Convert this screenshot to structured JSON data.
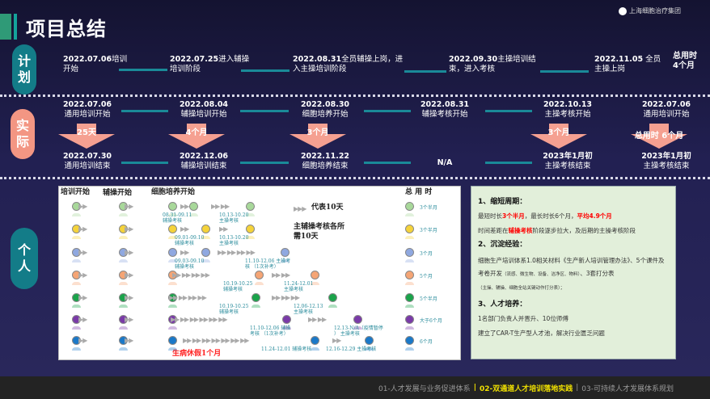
{
  "header": {
    "title": "项目总结",
    "logo_text": "上海细胞治疗集团"
  },
  "plan": {
    "label": [
      "计",
      "划"
    ],
    "items": [
      {
        "date": "2022.07.06",
        "text1": "培训",
        "text2": "开始"
      },
      {
        "date": "2022.07.25",
        "text1": "进入辅操",
        "text2": "培训阶段"
      },
      {
        "date": "2022.08.31",
        "text1": "全员辅操上岗，进",
        "text2": "入主操培训阶段"
      },
      {
        "date": "2022.09.30",
        "text1": "主操培训结",
        "text2": "束，进入考核"
      },
      {
        "date": "2022.11.05",
        "text1": " 全员",
        "text2": "主操上岗"
      }
    ],
    "total1": "总用时",
    "total2": "4个月"
  },
  "actual": {
    "label": [
      "实",
      "际"
    ],
    "top": [
      {
        "date": "2022.07.06",
        "text": "通用培训开始"
      },
      {
        "date": "2022.08.04",
        "text": "辅操培训开始"
      },
      {
        "date": "2022.08.30",
        "text": "细胞培养开始"
      },
      {
        "date": "2022.08.31",
        "text": "辅操考核开始"
      },
      {
        "date": "2022.10.13",
        "text": "主操考核开始"
      },
      {
        "date": "2022.07.06",
        "text": "通用培训开始"
      }
    ],
    "durations": [
      "25天",
      "4个月",
      "3个月",
      "3个月",
      "总用时  6个月"
    ],
    "bottom": [
      {
        "date": "2022.07.30",
        "text": "通用培训结束"
      },
      {
        "date": "2022.12.06",
        "text": "辅操培训结束"
      },
      {
        "date": "2022.11.22",
        "text": "细胞培养结束"
      },
      {
        "date": "N/A",
        "text": ""
      },
      {
        "date": "2023年1月初",
        "text": "主操考核结束"
      },
      {
        "date": "2023年1月初",
        "text": "主操考核结束"
      }
    ]
  },
  "personal": {
    "label": [
      "个",
      "人"
    ],
    "headers": [
      "培训开始",
      "辅操开始",
      "细胞培养开始",
      "总 用 时"
    ],
    "legend1": "代表10天",
    "legend2a": "主辅操考核各所",
    "legend2b": "需10天",
    "arrow_glyph": "▶▶▶",
    "rows": [
      {
        "color": "#a8d89a",
        "total": "3个半月",
        "a1": "08.31-09.11",
        "a1b": "辅操考核",
        "a2": "10.13-10.20",
        "a2b": "主操考核"
      },
      {
        "color": "#f5d33a",
        "total": "3个半月",
        "a1": "09.01-09.10",
        "a1b": "辅操考核",
        "a2": "10.13-10.20",
        "a2b": "主操考核"
      },
      {
        "color": "#8fa8e0",
        "total": "3个月",
        "a1": "09.03-09.10",
        "a1b": "辅操考核",
        "a2": "11.10-12.06  主操考",
        "a2b": "核 （1次补考）"
      },
      {
        "color": "#f5a575",
        "total": "5个月",
        "a1": "10.19-10.25",
        "a1b": "辅操考核",
        "a2": "11.24-12.01",
        "a2b": "主操考核"
      },
      {
        "color": "#1aa34a",
        "total": "5个半月",
        "a1": "10.19-10.25",
        "a1b": "辅操考核",
        "a2": "12.06-12.13",
        "a2b": "主操考核"
      },
      {
        "color": "#7a3aa8",
        "total": "大于6个月",
        "a1": "11.10-12.06  辅操",
        "a1b": "考核 （1次补考）",
        "a2": "12.13-N/A（疫情暂停",
        "a2b": "）  主操考核"
      },
      {
        "color": "#1a78c8",
        "total": "6个月",
        "a1": "11.24-12.01  辅操考核",
        "a1b": "",
        "a2": "12.16-12.29  主操考核",
        "a2b": ""
      }
    ],
    "sick_note": "生病休假1个月"
  },
  "summary": {
    "h1": "1、缩短周期：",
    "p1a": "最短时长",
    "p1b": "3个半月",
    "p1c": "，最长时长6个月，",
    "p1d": "平均4.9个月",
    "p2a": "时间差距在",
    "p2b": "辅操考核",
    "p2c": "阶段逐步拉大，及后期的主操考核阶段",
    "h2": "2、沉淀经验：",
    "p3": "细胞生产培训体系1.0相关材料《生产新人培训管理办法》、5个课件及考卷开发",
    "p3s": "（流感、微生物、设备、洁净区、物料）",
    "p3e": "、3套打分表",
    "p4": "（主操、辅操、细胞全站关键动作打分表）；",
    "h3": "3、人才培养：",
    "p5": "1名部门负责人并晋升、10位师傅",
    "p6": "建立了CAR-T生产型人才池，解决行业匮乏问题"
  },
  "footer": {
    "s1": "01-人才发展与业务促进体系",
    "sep1": "|",
    "s2": "02-双通道人才培训落地实践",
    "sep2": "|",
    "s3": "03-可持续人才发展体系规划"
  }
}
